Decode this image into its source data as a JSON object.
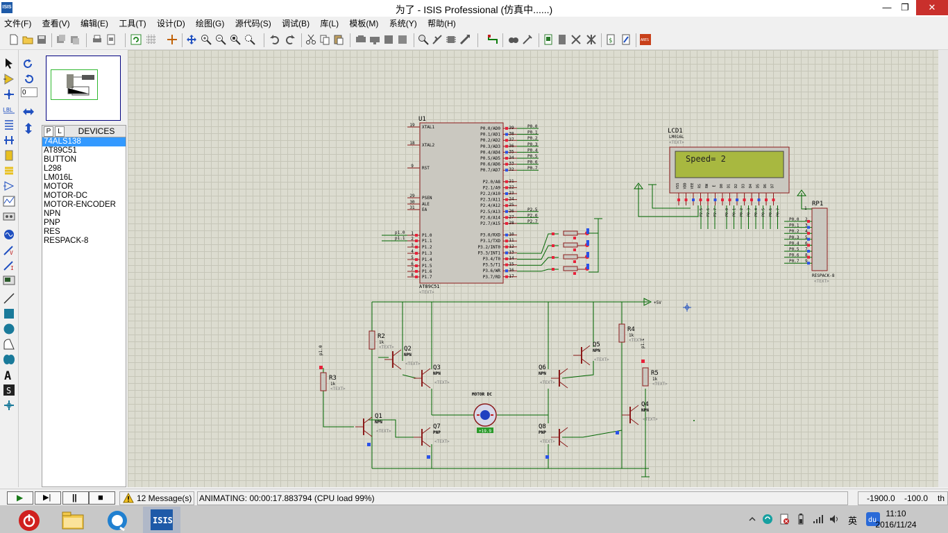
{
  "window": {
    "title": "为了 - ISIS Professional (仿真中......)",
    "app_icon_text": "ISIS",
    "minimize": "—",
    "restore": "❐",
    "close": "✕"
  },
  "menu": [
    "文件(F)",
    "查看(V)",
    "编辑(E)",
    "工具(T)",
    "设计(D)",
    "绘图(G)",
    "源代码(S)",
    "调试(B)",
    "库(L)",
    "模板(M)",
    "系统(Y)",
    "帮助(H)"
  ],
  "rotation": {
    "angle_value": "0"
  },
  "device_panel": {
    "tab_p": "P",
    "tab_l": "L",
    "title": "DEVICES",
    "selected_index": 0,
    "devices": [
      "74ALS138",
      "AT89C51",
      "BUTTON",
      "L298",
      "LM016L",
      "MOTOR",
      "MOTOR-DC",
      "MOTOR-ENCODER",
      "NPN",
      "PNP",
      "RES",
      "RESPACK-8"
    ]
  },
  "schematic": {
    "mcu": {
      "ref": "U1",
      "part": "AT89C51",
      "text": "<TEXT>",
      "left_pins": [
        {
          "num": "19",
          "name": "XTAL1"
        },
        {
          "num": "18",
          "name": "XTAL2"
        },
        {
          "num": "9",
          "name": "RST"
        },
        {
          "num": "29",
          "name": "PSEN"
        },
        {
          "num": "30",
          "name": "ALE"
        },
        {
          "num": "31",
          "name": "EA"
        },
        {
          "num": "1",
          "name": "P1.0"
        },
        {
          "num": "2",
          "name": "P1.1"
        },
        {
          "num": "3",
          "name": "P1.2"
        },
        {
          "num": "4",
          "name": "P1.3"
        },
        {
          "num": "5",
          "name": "P1.4"
        },
        {
          "num": "6",
          "name": "P1.5"
        },
        {
          "num": "7",
          "name": "P1.6"
        },
        {
          "num": "8",
          "name": "P1.7"
        }
      ],
      "right_pins": [
        {
          "num": "39",
          "name": "P0.0/AD0",
          "net": "P0.0"
        },
        {
          "num": "38",
          "name": "P0.1/AD1",
          "net": "P0.1"
        },
        {
          "num": "37",
          "name": "P0.2/AD2",
          "net": "P0.2"
        },
        {
          "num": "36",
          "name": "P0.3/AD3",
          "net": "P0.3"
        },
        {
          "num": "35",
          "name": "P0.4/AD4",
          "net": "P0.4"
        },
        {
          "num": "34",
          "name": "P0.5/AD5",
          "net": "P0.5"
        },
        {
          "num": "33",
          "name": "P0.6/AD6",
          "net": "P0.6"
        },
        {
          "num": "32",
          "name": "P0.7/AD7",
          "net": "P0.7"
        },
        {
          "num": "21",
          "name": "P2.0/A8",
          "net": ""
        },
        {
          "num": "22",
          "name": "P2.1/A9",
          "net": ""
        },
        {
          "num": "23",
          "name": "P2.2/A10",
          "net": ""
        },
        {
          "num": "24",
          "name": "P2.3/A11",
          "net": ""
        },
        {
          "num": "25",
          "name": "P2.4/A12",
          "net": ""
        },
        {
          "num": "26",
          "name": "P2.5/A13",
          "net": "P2.5"
        },
        {
          "num": "27",
          "name": "P2.6/A14",
          "net": "P2.6"
        },
        {
          "num": "28",
          "name": "P2.7/A15",
          "net": "P2.7"
        },
        {
          "num": "10",
          "name": "P3.0/RXD",
          "net": ""
        },
        {
          "num": "11",
          "name": "P3.1/TXD",
          "net": ""
        },
        {
          "num": "12",
          "name": "P3.2/INT0",
          "net": ""
        },
        {
          "num": "13",
          "name": "P3.3/INT1",
          "net": ""
        },
        {
          "num": "14",
          "name": "P3.4/T0",
          "net": ""
        },
        {
          "num": "15",
          "name": "P3.5/T1",
          "net": ""
        },
        {
          "num": "16",
          "name": "P3.6/WR",
          "net": ""
        },
        {
          "num": "17",
          "name": "P3.7/RD",
          "net": ""
        }
      ],
      "p1_nets": [
        "p1.0",
        "p1.1"
      ]
    },
    "lcd": {
      "ref": "LCD1",
      "part": "LM016L",
      "text": "<TEXT>",
      "display": "Speed= 2",
      "pins": [
        "VSS",
        "VDD",
        "VEE",
        "RS",
        "RW",
        "E",
        "D0",
        "D1",
        "D2",
        "D3",
        "D4",
        "D5",
        "D6",
        "D7"
      ],
      "nets": [
        "P2.5",
        "P2.6",
        "P2.7",
        "P0.0",
        "P0.1",
        "P0.2",
        "P0.3",
        "P0.4",
        "P0.5",
        "P0.6",
        "P0.7"
      ]
    },
    "respack": {
      "ref": "RP1",
      "part": "RESPACK-8",
      "text": "<TEXT>",
      "nets": [
        "P0.0",
        "P0.1",
        "P0.2",
        "P0.3",
        "P0.4",
        "P0.5",
        "P0.6",
        "P0.7"
      ],
      "pin_nums": [
        "2",
        "3",
        "4",
        "5",
        "6",
        "7",
        "8",
        "9"
      ]
    },
    "resistors": [
      {
        "ref": "R2",
        "value": "1k",
        "text": "<TEXT>"
      },
      {
        "ref": "R3",
        "value": "1k",
        "text": "<TEXT>"
      },
      {
        "ref": "R4",
        "value": "1k",
        "text": "<TEXT>"
      },
      {
        "ref": "R5",
        "value": "1k",
        "text": "<TEXT>"
      }
    ],
    "transistors": [
      {
        "ref": "Q1",
        "type": "NPN",
        "text": "<TEXT>"
      },
      {
        "ref": "Q2",
        "type": "NPN",
        "text": "<TEXT>"
      },
      {
        "ref": "Q3",
        "type": "NPN",
        "text": "<TEXT>"
      },
      {
        "ref": "Q4",
        "type": "NPN",
        "text": "<TEXT>"
      },
      {
        "ref": "Q5",
        "type": "NPN",
        "text": "<TEXT>"
      },
      {
        "ref": "Q6",
        "type": "NPN",
        "text": "<TEXT>"
      },
      {
        "ref": "Q7",
        "type": "PNP",
        "text": "<TEXT>"
      },
      {
        "ref": "Q8",
        "type": "PNP",
        "text": "<TEXT>"
      }
    ],
    "motor": {
      "label": "MOTOR DC",
      "readout": "+19.9"
    },
    "power_label": "+5V",
    "bridge_nets": [
      "p1.0",
      "p1.1"
    ],
    "pin_marks": [
      "1",
      "2",
      "3",
      "1"
    ],
    "colors": {
      "canvas": "#dcdcd0",
      "component_fill": "#cac8c0",
      "component_stroke": "#8b1a1a",
      "wire": "#006600",
      "lcd_screen": "#a8b840",
      "pin_high": "#e8213a",
      "pin_low": "#2a52e8"
    }
  },
  "simulation": {
    "play": "▶",
    "step": "▶|",
    "pause": "||",
    "stop": "■"
  },
  "status": {
    "messages": "12 Message(s)",
    "animating": "ANIMATING: 00:00:17.883794 (CPU load 99%)",
    "x": "-1900.0",
    "y": "-100.0",
    "unit": "th"
  },
  "taskbar": {
    "ime": "英",
    "time": "11:10",
    "date": "2016/11/24"
  }
}
